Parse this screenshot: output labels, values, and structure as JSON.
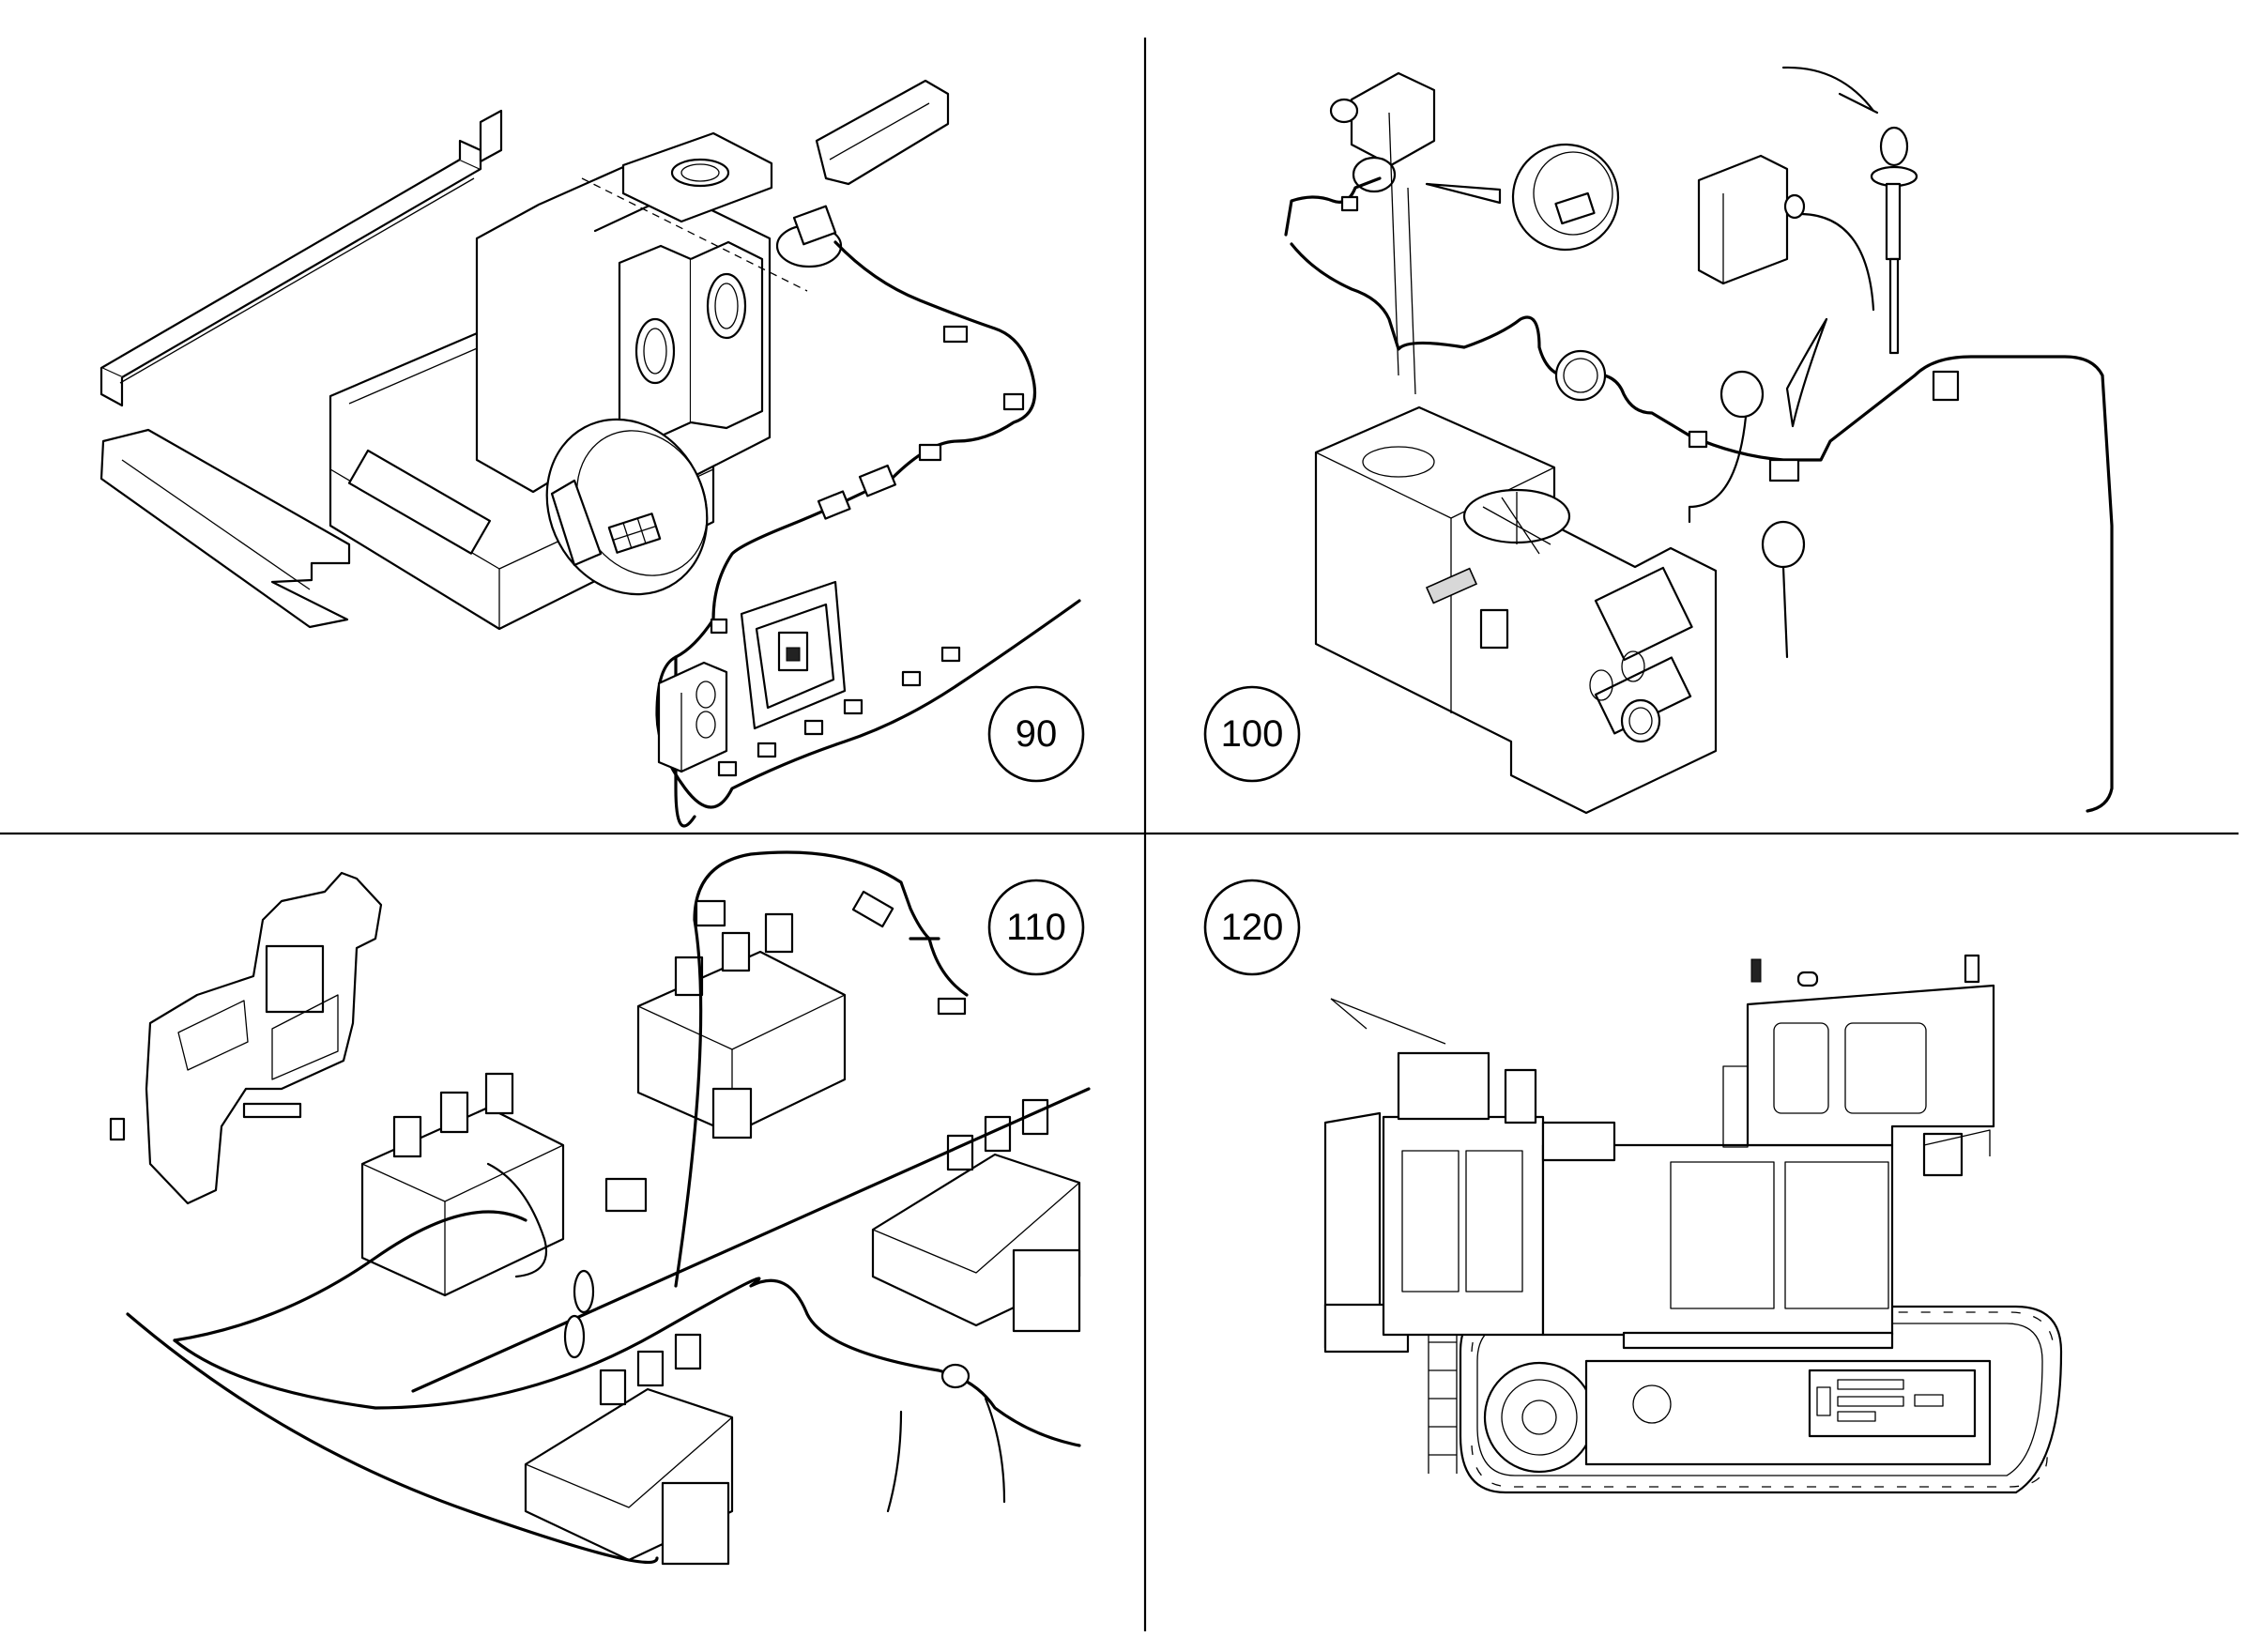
{
  "callouts": {
    "panel_90": "90",
    "panel_100": "100",
    "panel_110": "110",
    "panel_120": "120"
  }
}
